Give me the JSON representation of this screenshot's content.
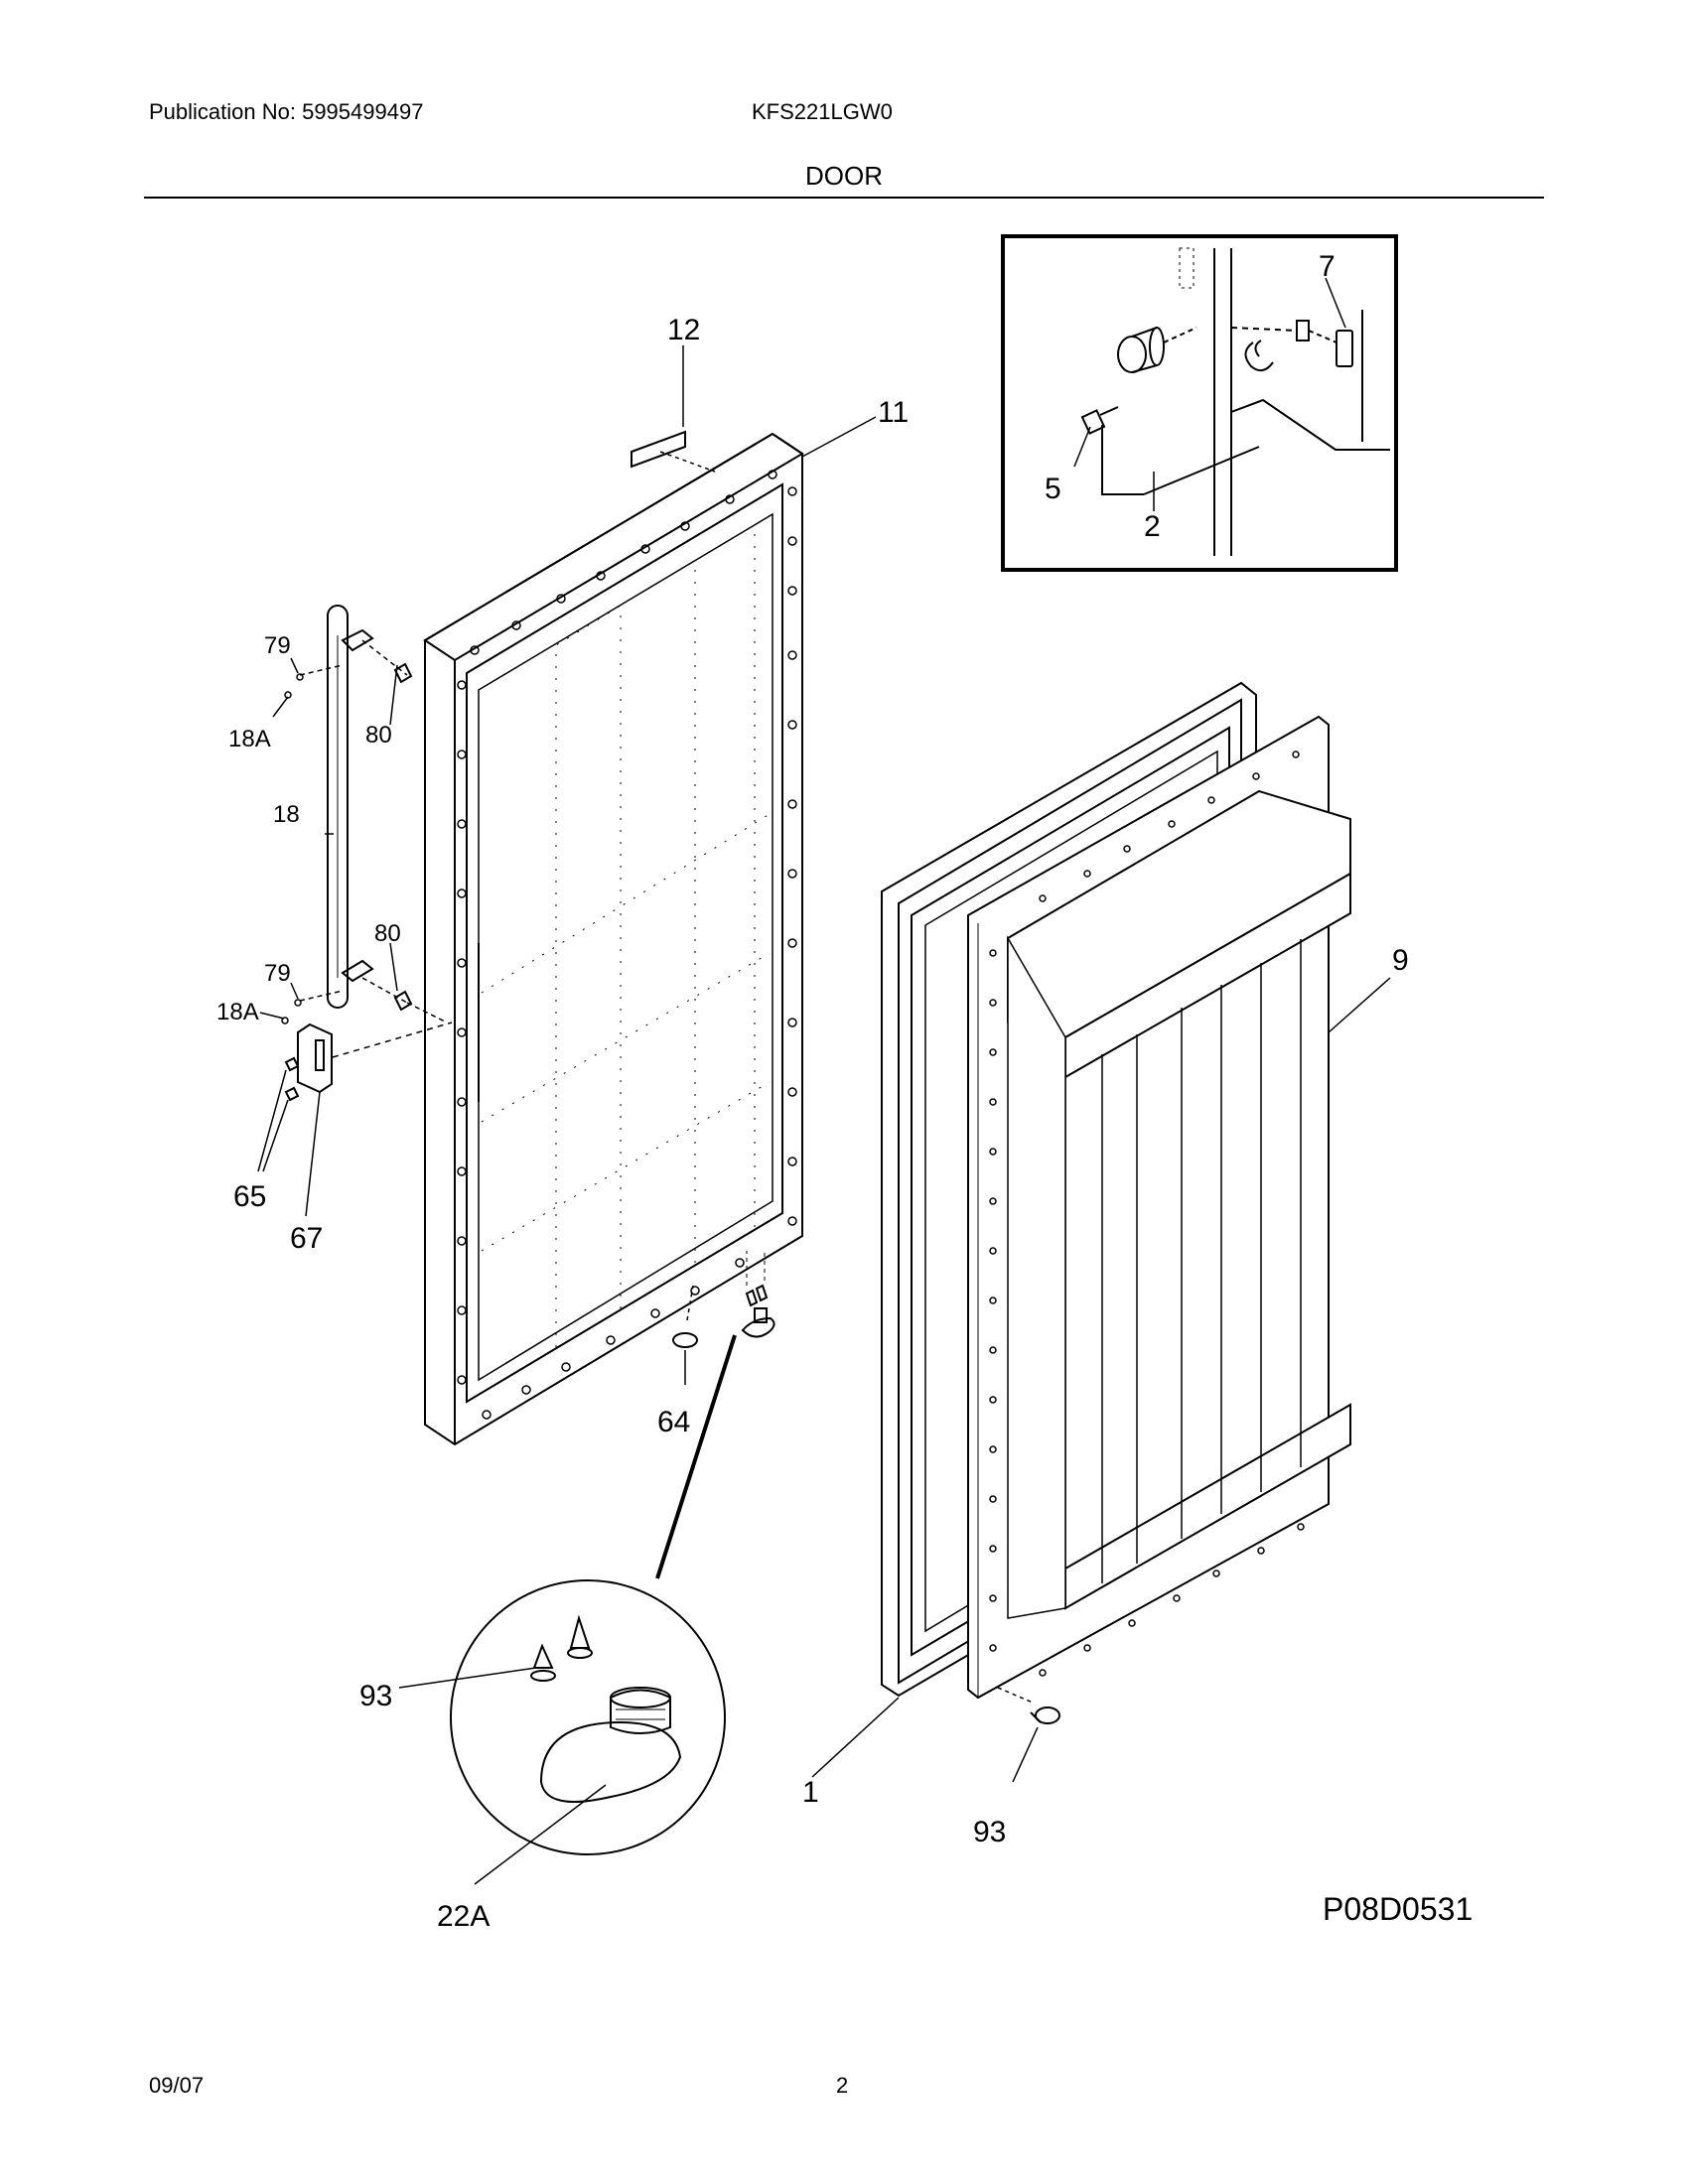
{
  "header": {
    "publication": "Publication No: 5995499497",
    "model": "KFS221LGW0",
    "section": "DOOR"
  },
  "callouts": {
    "c12": "12",
    "c11": "11",
    "c7": "7",
    "c5": "5",
    "c2": "2",
    "c79a": "79",
    "c18a_top": "18A",
    "c80a": "80",
    "c18": "18",
    "c80b": "80",
    "c79b": "79",
    "c18a_bot": "18A",
    "c9": "9",
    "c65": "65",
    "c67": "67",
    "c64": "64",
    "c93a": "93",
    "c1": "1",
    "c93b": "93",
    "c22a": "22A"
  },
  "figure_code": "P08D0531",
  "footer": {
    "date": "09/07",
    "page": "2"
  }
}
